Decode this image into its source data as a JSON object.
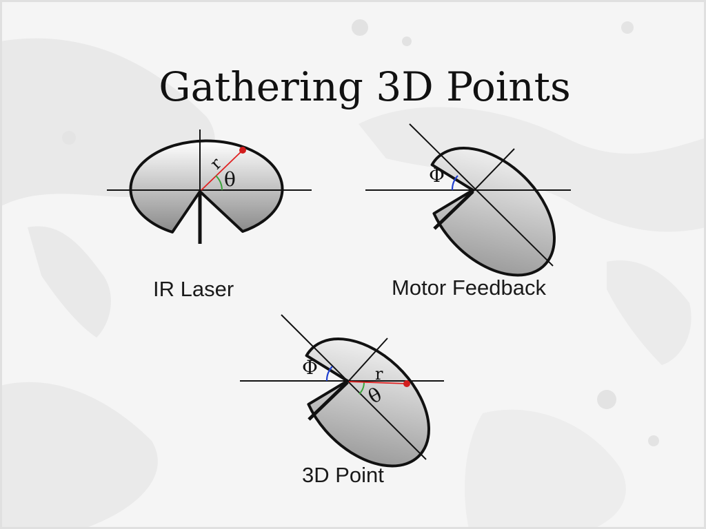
{
  "slide": {
    "title": "Gathering 3D Points"
  },
  "diagrams": {
    "ir_laser": {
      "caption": "IR Laser",
      "radius_label": "r",
      "theta_label": "θ"
    },
    "motor_feedback": {
      "caption": "Motor Feedback",
      "phi_label": "Φ"
    },
    "point_3d": {
      "caption": "3D Point",
      "phi_label": "Φ",
      "radius_label": "r",
      "theta_label": "θ"
    }
  },
  "colors": {
    "radius_line": "#e02020",
    "point_dot": "#d21e1e",
    "theta_arc": "#3aa53a",
    "phi_arc": "#2040d0",
    "outline": "#111111",
    "background": "#f4f4f4"
  }
}
